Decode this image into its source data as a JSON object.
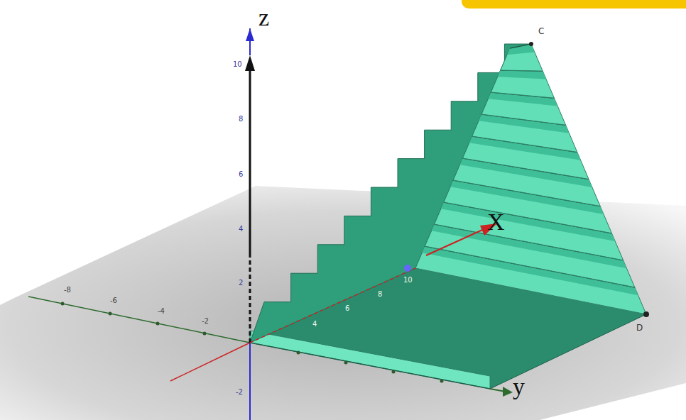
{
  "diagram": {
    "labels": [
      "z",
      "10",
      "8",
      "6",
      "4",
      "2",
      "-2",
      "X",
      "10",
      "8",
      "6",
      "4",
      "y",
      "C",
      "D",
      "-8",
      "-6",
      "-4",
      "-2"
    ]
  }
}
